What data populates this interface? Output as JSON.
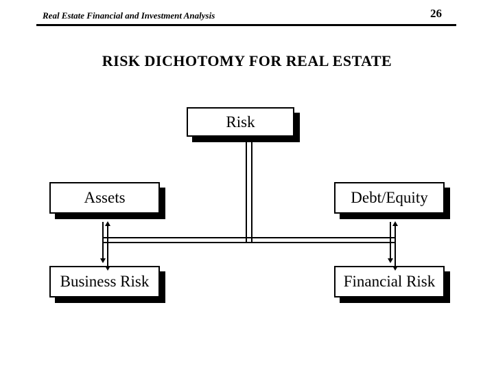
{
  "page": {
    "header": {
      "title": "Real Estate Financial and Investment Analysis",
      "page_number": "26"
    },
    "slide_title": "RISK DICHOTOMY FOR REAL ESTATE"
  },
  "diagram": {
    "nodes": [
      {
        "id": "risk",
        "label": "Risk"
      },
      {
        "id": "assets",
        "label": "Assets"
      },
      {
        "id": "debt_equity",
        "label": "Debt/Equity"
      },
      {
        "id": "business_risk",
        "label": "Business Risk"
      },
      {
        "id": "financial_risk",
        "label": "Financial Risk"
      }
    ],
    "edges": [
      {
        "from": "risk",
        "to": "assets",
        "type": "double-line"
      },
      {
        "from": "risk",
        "to": "debt_equity",
        "type": "double-line"
      },
      {
        "from": "assets",
        "to": "business_risk",
        "type": "two-way-arrow"
      },
      {
        "from": "debt_equity",
        "to": "financial_risk",
        "type": "two-way-arrow"
      }
    ],
    "colors": {
      "box_fill": "#ffffff",
      "box_border": "#000000",
      "box_shadow": "#000000",
      "connector": "#000000",
      "text": "#000000"
    }
  }
}
